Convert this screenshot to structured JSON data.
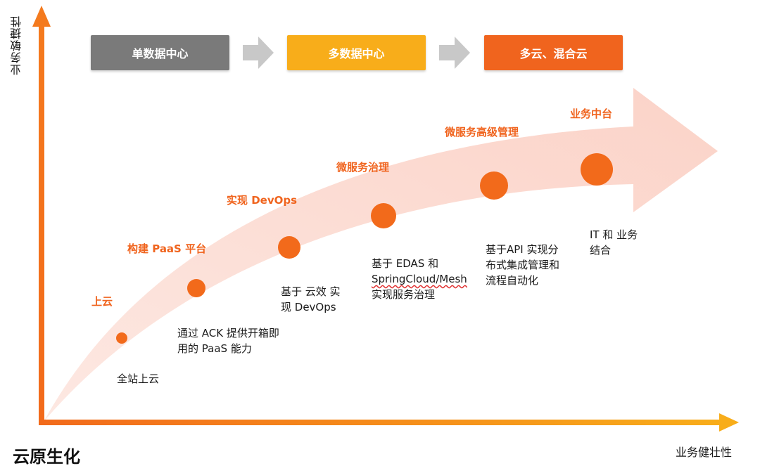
{
  "title": "云原生化",
  "axes": {
    "y_label": "业务敏捷性",
    "x_label": "业务健壮性"
  },
  "stages": [
    {
      "label": "单数据中心",
      "color": "#7a7a7a"
    },
    {
      "label": "多数据中心",
      "color": "#f8ad1a"
    },
    {
      "label": "多云、混合云",
      "color": "#f0641e"
    }
  ],
  "milestones": [
    {
      "label": "上云",
      "description": [
        "全站上云"
      ]
    },
    {
      "label": "构建 PaaS 平台",
      "description": [
        "通过 ACK 提供开箱即",
        "用的 PaaS 能力"
      ]
    },
    {
      "label": "实现 DevOps",
      "description": [
        "基于 云效 实",
        "现 DevOps"
      ]
    },
    {
      "label": "微服务治理",
      "description": [
        "基于 EDAS 和",
        "SpringCloud/Mesh",
        "实现服务治理"
      ]
    },
    {
      "label": "微服务高级管理",
      "description": [
        "基于API 实现分",
        "布式集成管理和",
        "流程自动化"
      ]
    },
    {
      "label": "业务中台",
      "description": [
        "IT 和 业务",
        "结合"
      ]
    }
  ],
  "colors": {
    "orange": "#f26a1b",
    "axis_gradient_start": "#f26a1b",
    "axis_gradient_end": "#f8ad1a",
    "band": "#fbd9d0",
    "flow_arrow": "#c8c8c8"
  }
}
